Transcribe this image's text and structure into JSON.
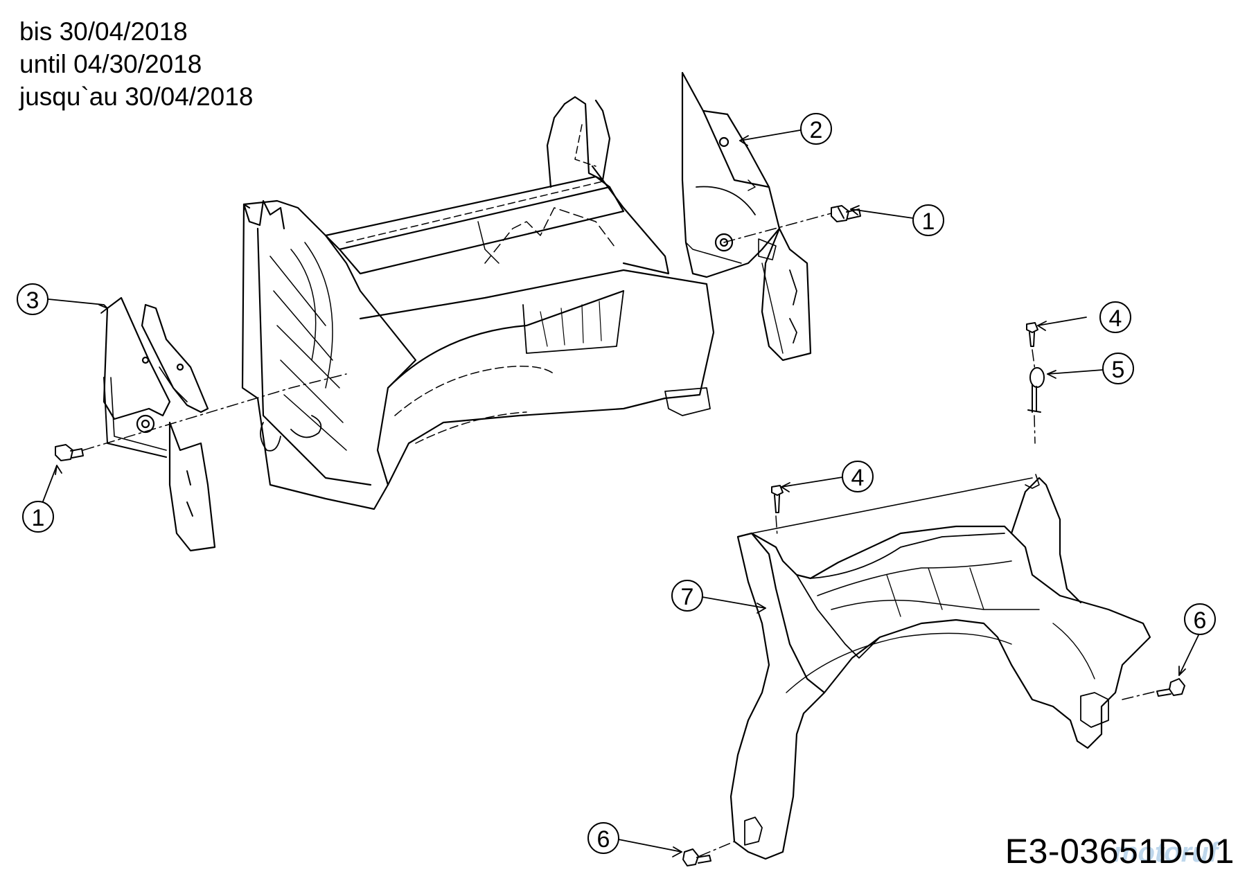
{
  "notes": {
    "line_de": "bis 30/04/2018",
    "line_en": "until 04/30/2018",
    "line_fr": "jusqu`au 30/04/2018"
  },
  "drawing_code": "E3-03651D-01",
  "watermark": "motoruf",
  "callouts": {
    "c1_top": "1",
    "c1_left": "1",
    "c2": "2",
    "c3": "3",
    "c4_top": "4",
    "c4_mid": "4",
    "c5": "5",
    "c6_right": "6",
    "c6_bottom": "6",
    "c7": "7"
  }
}
